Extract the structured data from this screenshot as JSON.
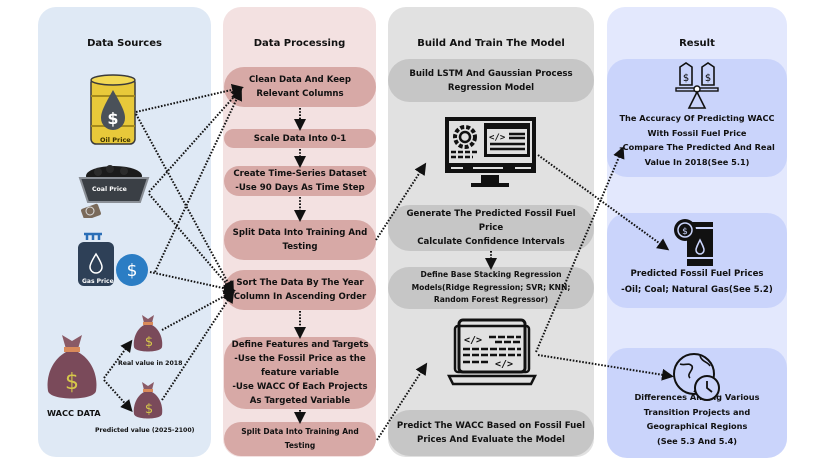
{
  "columns": {
    "sources": {
      "title": "Data Sources",
      "items": {
        "oil": "Oil Price",
        "coal": "Coal Price",
        "gas": "Gas Price",
        "wacc": "WACC DATA",
        "real": "Real value in 2018",
        "predicted": "Predicted value (2025-2100)"
      }
    },
    "processing": {
      "title": "Data Processing",
      "steps": [
        "Clean Data And Keep Relevant Columns",
        "Scale Data Into 0-1",
        "Create Time-Series Dataset\n-Use 90 Days As Time Step",
        "Split Data Into Training And Testing",
        "Sort The Data By The Year Column In Ascending Order",
        "Define Features and Targets\n-Use the Fossil Price as the feature variable\n-Use WACC Of Each Projects As Targeted Variable",
        "Split Data Into Training And Testing"
      ]
    },
    "model": {
      "title": "Build And Train The Model",
      "steps": [
        "Build  LSTM And Gaussian Process Regression Model",
        "Generate The Predicted Fossil Fuel Price\nCalculate Confidence Intervals",
        "Define Base Stacking Regression Models(Ridge Regression; SVR; KNN; Random Forest Regressor)",
        "Predict The WACC Based on Fossil Fuel Prices And Evaluate the Model"
      ]
    },
    "result": {
      "title": "Result",
      "items": [
        "The Accuracy Of Predicting WACC With Fossil Fuel Price\n-Compare The Predicted And Real Value In 2018(See 5.1)",
        "Predicted Fossil Fuel Prices\n-Oil; Coal; Natural Gas(See 5.2)",
        "Differences Among Various Transition Projects and Geographical Regions\n(See 5.3 And 5.4)"
      ]
    }
  },
  "colors": {
    "sources_bg": "#dfe9f5",
    "processing_bg": "#f3e1e1",
    "processing_box": "#d7a9a6",
    "model_bg": "#e1e1e1",
    "model_box": "#c6c6c6",
    "result_bg": "#e3e8fd",
    "result_box": "#cad4fb"
  }
}
